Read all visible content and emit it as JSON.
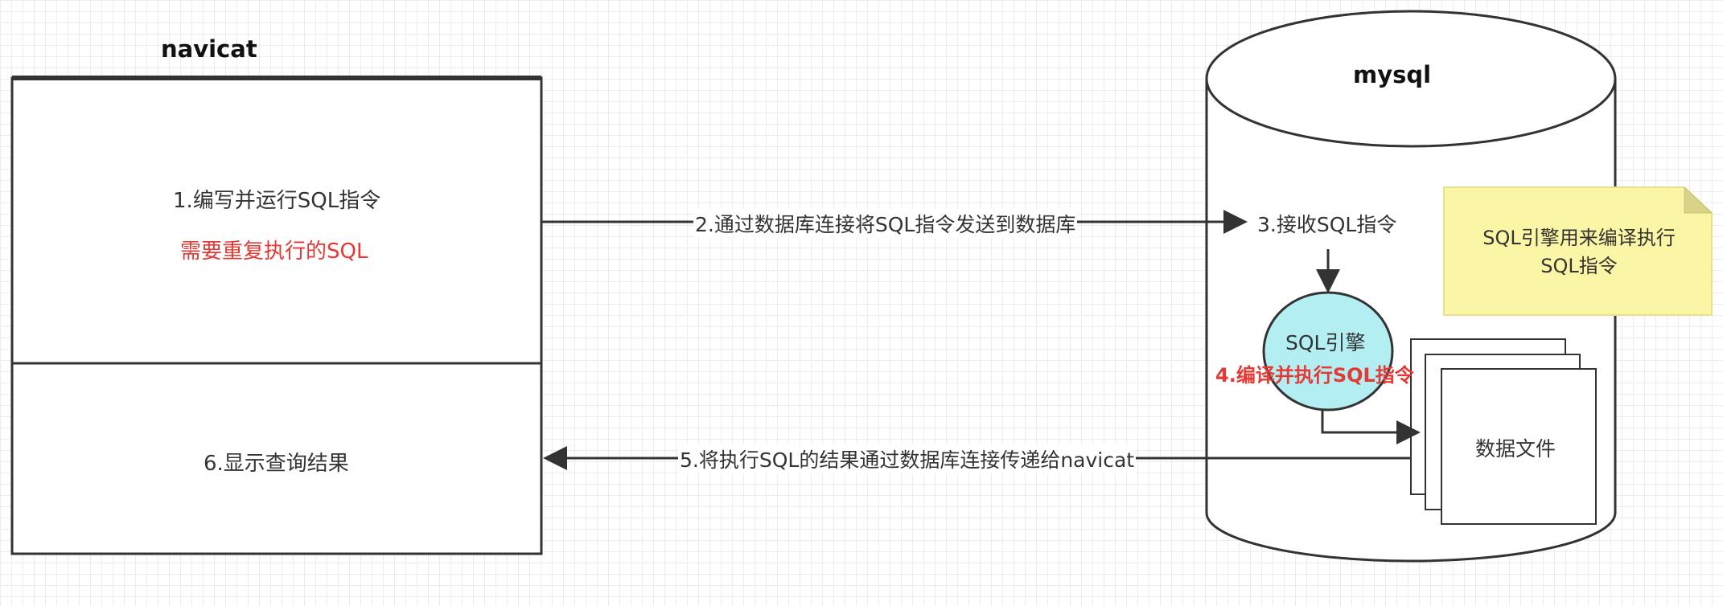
{
  "client": {
    "title": "navicat",
    "step1": "1.编写并运行SQL指令",
    "step1_note": "需要重复执行的SQL",
    "step6": "6.显示查询结果"
  },
  "server": {
    "title": "mysql",
    "step3": "3.接收SQL指令",
    "engine_label": "SQL引擎",
    "step4": "4.编译并执行SQL指令",
    "data_files": "数据文件"
  },
  "note": {
    "line1": "SQL引擎用来编译执行",
    "line2": "SQL指令"
  },
  "edges": {
    "step2": "2.通过数据库连接将SQL指令发送到数据库",
    "step5": "5.将执行SQL的结果通过数据库连接传递给navicat"
  },
  "colors": {
    "red_text": "#e53935",
    "engine_fill": "#b3eef2",
    "note_fill": "#fbf6a5"
  }
}
